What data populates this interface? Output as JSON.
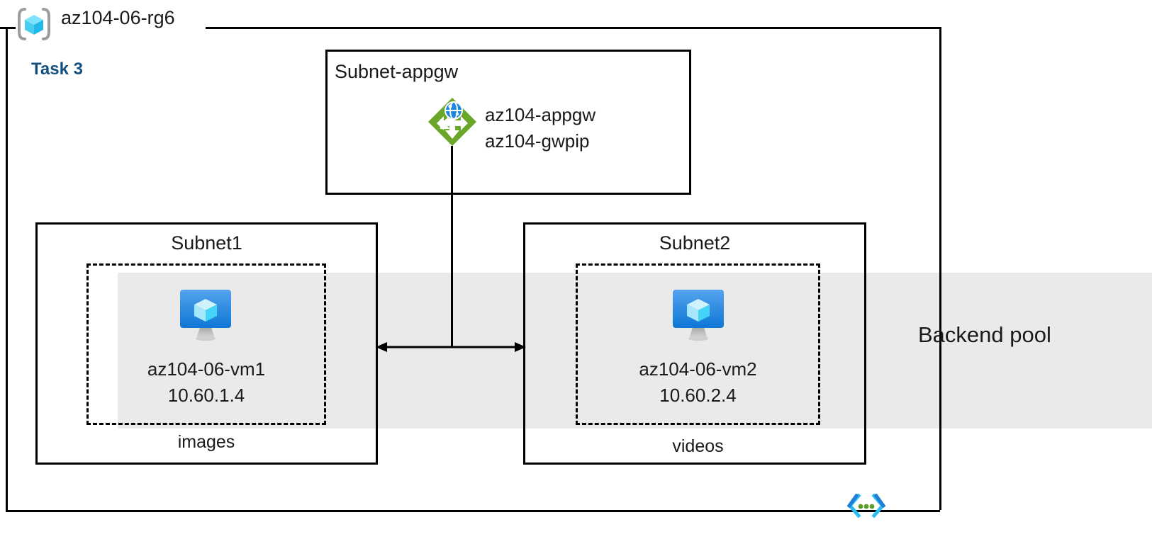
{
  "diagram": {
    "resource_group": {
      "name": "az104-06-rg6",
      "icon": "resource-group-cube-icon"
    },
    "task": {
      "label": "Task 3",
      "color": "#14507f"
    },
    "appgw_subnet": {
      "title": "Subnet-appgw",
      "resource_icon": "application-gateway-icon",
      "resources": [
        "az104-appgw",
        "az104-gwpip"
      ]
    },
    "subnet1": {
      "title": "Subnet1",
      "vm_icon": "virtual-machine-icon",
      "vm_name": "az104-06-vm1",
      "vm_ip": "10.60.1.4",
      "caption": "images"
    },
    "subnet2": {
      "title": "Subnet2",
      "vm_icon": "virtual-machine-icon",
      "vm_name": "az104-06-vm2",
      "vm_ip": "10.60.2.4",
      "caption": "videos"
    },
    "backend_pool": {
      "label": "Backend pool",
      "band_color": "#eaeaea"
    },
    "footer": {
      "icon": "code-brackets-icon"
    },
    "colors": {
      "accent_blue": "#14507f",
      "gateway_green": "#6aa728",
      "vm_blue": "#1b86e0",
      "cube_cyan": "#44d4f7",
      "band_gray": "#eaeaea",
      "line_black": "#000000"
    }
  }
}
